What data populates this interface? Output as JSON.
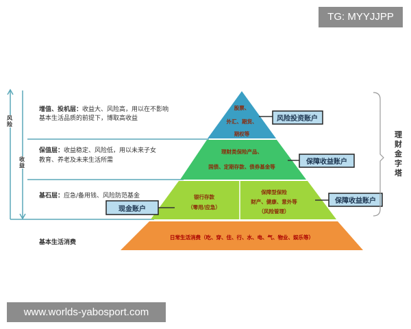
{
  "watermark_top": "TG: MYYJJPP",
  "watermark_bottom": "www.worlds-yabosport.com",
  "axes": {
    "risk": "风险",
    "return": "收益"
  },
  "layers": [
    {
      "title": "增值、投机层：",
      "desc1": "收益大、风险高，用以在不影响",
      "desc2": "基本生活品质的前提下，博取高收益"
    },
    {
      "title": "保值层：",
      "desc1": "收益稳定、风险低，用以未来子女",
      "desc2": "教育、养老及未来生活所需"
    },
    {
      "title": "基石层：",
      "desc1": "应急/备用钱、风险防范基金"
    },
    {
      "title": "基本生活消费"
    }
  ],
  "pyramid": {
    "top": [
      "股票、",
      "外汇、期货、",
      "期权等"
    ],
    "middle": [
      "理财类保险产品、",
      "国债、定期存款、债券基金等"
    ],
    "base_left": [
      "银行存款",
      "（零用/应急）"
    ],
    "base_right": [
      "保障型保险",
      "财产、健康、意外等",
      "（风险管理）"
    ],
    "bottom": "日常生活消费（吃、穿、住、行、水、电、气、物业、娱乐等）"
  },
  "accounts": {
    "risk": "风险投资账户",
    "guarantee1": "保障收益账户",
    "guarantee2": "保障收益账户",
    "cash": "现金账户"
  },
  "bracket_label": "理财金字塔",
  "colors": {
    "top": "#3a9fc4",
    "middle": "#3ec46a",
    "base": "#9fd63c",
    "bottom": "#f0913a",
    "box": "#b9dcee"
  }
}
